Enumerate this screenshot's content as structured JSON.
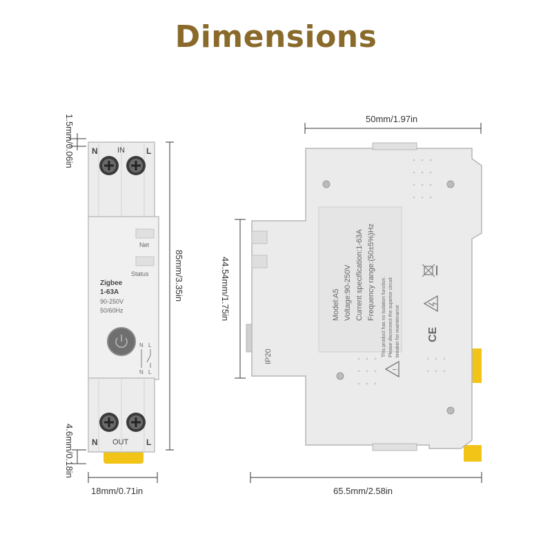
{
  "title": "Dimensions",
  "colors": {
    "title": "#8a6a2b",
    "body": "#e9e9e9",
    "edge": "#b9b9b9",
    "yellow": "#f2c418",
    "button": "#6f6f6f",
    "line": "#333333"
  },
  "front": {
    "top_terminal": {
      "left": "N",
      "center": "IN",
      "right": "L"
    },
    "bottom_terminal": {
      "left": "N",
      "center": "OUT",
      "right": "L"
    },
    "indicators": [
      "Net",
      "Status"
    ],
    "brand": "Zigbee",
    "rating": "1-63A",
    "voltage": "90-250V",
    "frequency": "50/60Hz",
    "diagram_labels": {
      "top_n": "N",
      "top_l": "L",
      "bottom_n": "N",
      "bottom_l": "L"
    },
    "dimensions": {
      "top_gap": "1.5mm/0.06in",
      "height": "85mm/3.35in",
      "bottom_gap": "4.6mm/0.18in",
      "width": "18mm/0.71in"
    }
  },
  "side": {
    "dimensions": {
      "top_width": "50mm/1.97in",
      "height": "44.54mm/1.75in",
      "bottom_width": "65.5mm/2.58in"
    },
    "ip_rating": "IP20",
    "label_lines": [
      "Model:A5",
      "Voltage:90-250V",
      "Current specification:1-63A",
      "Frequency range:(50±5%)Hz"
    ],
    "warning_lines": [
      "This product has no isolation function.",
      "Please disconnect the superior circuit",
      "breaker for maintenance"
    ],
    "ce_mark": "CE"
  }
}
